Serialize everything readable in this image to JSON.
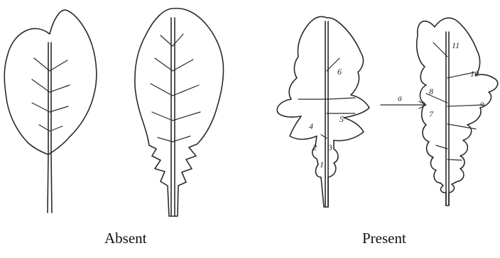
{
  "captions": {
    "absent": "Absent",
    "present": "Present"
  },
  "lobe_numbers": [
    "1",
    "2",
    "3",
    "4",
    "5",
    "6",
    "7",
    "8",
    "9",
    "10",
    "11"
  ],
  "arrow_label": "a"
}
